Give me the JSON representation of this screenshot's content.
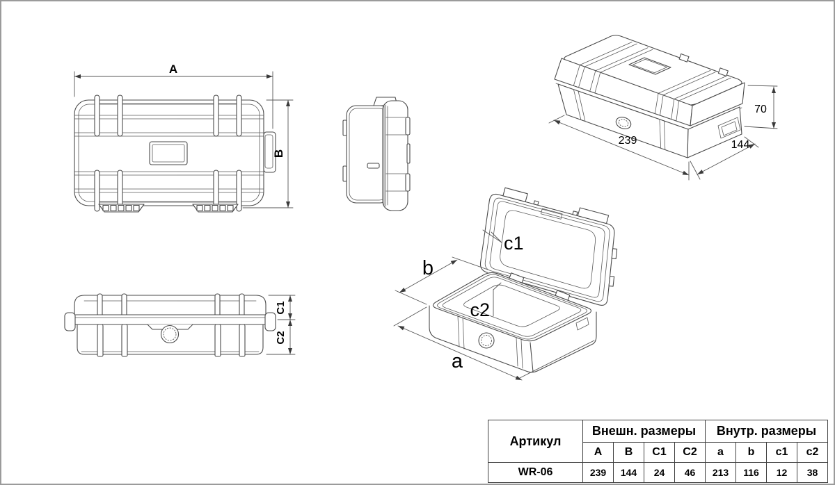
{
  "drawing": {
    "top_view": {
      "dim_a": "A",
      "dim_b": "B"
    },
    "front_view": {
      "dim_c1": "C1",
      "dim_c2": "C2"
    },
    "iso_closed_view": {
      "dim_length": "239",
      "dim_depth": "144",
      "dim_height": "70"
    },
    "iso_open_view": {
      "dim_a": "a",
      "dim_b": "b",
      "dim_c1": "c1",
      "dim_c2": "c2"
    }
  },
  "table": {
    "article_header": "Артикул",
    "group_headers": {
      "outer": "Внешн. размеры",
      "inner": "Внутр. размеры"
    },
    "columns": [
      "A",
      "B",
      "C1",
      "C2",
      "a",
      "b",
      "c1",
      "c2"
    ],
    "row": {
      "article": "WR-06",
      "values": [
        "239",
        "144",
        "24",
        "46",
        "213",
        "116",
        "12",
        "38"
      ]
    }
  },
  "colors": {
    "line": "#4a4a4a",
    "dimension_line": "#555555",
    "text": "#000000",
    "background": "#ffffff",
    "frame_border": "#9b9b9b",
    "table_border": "#3f3f3f"
  }
}
